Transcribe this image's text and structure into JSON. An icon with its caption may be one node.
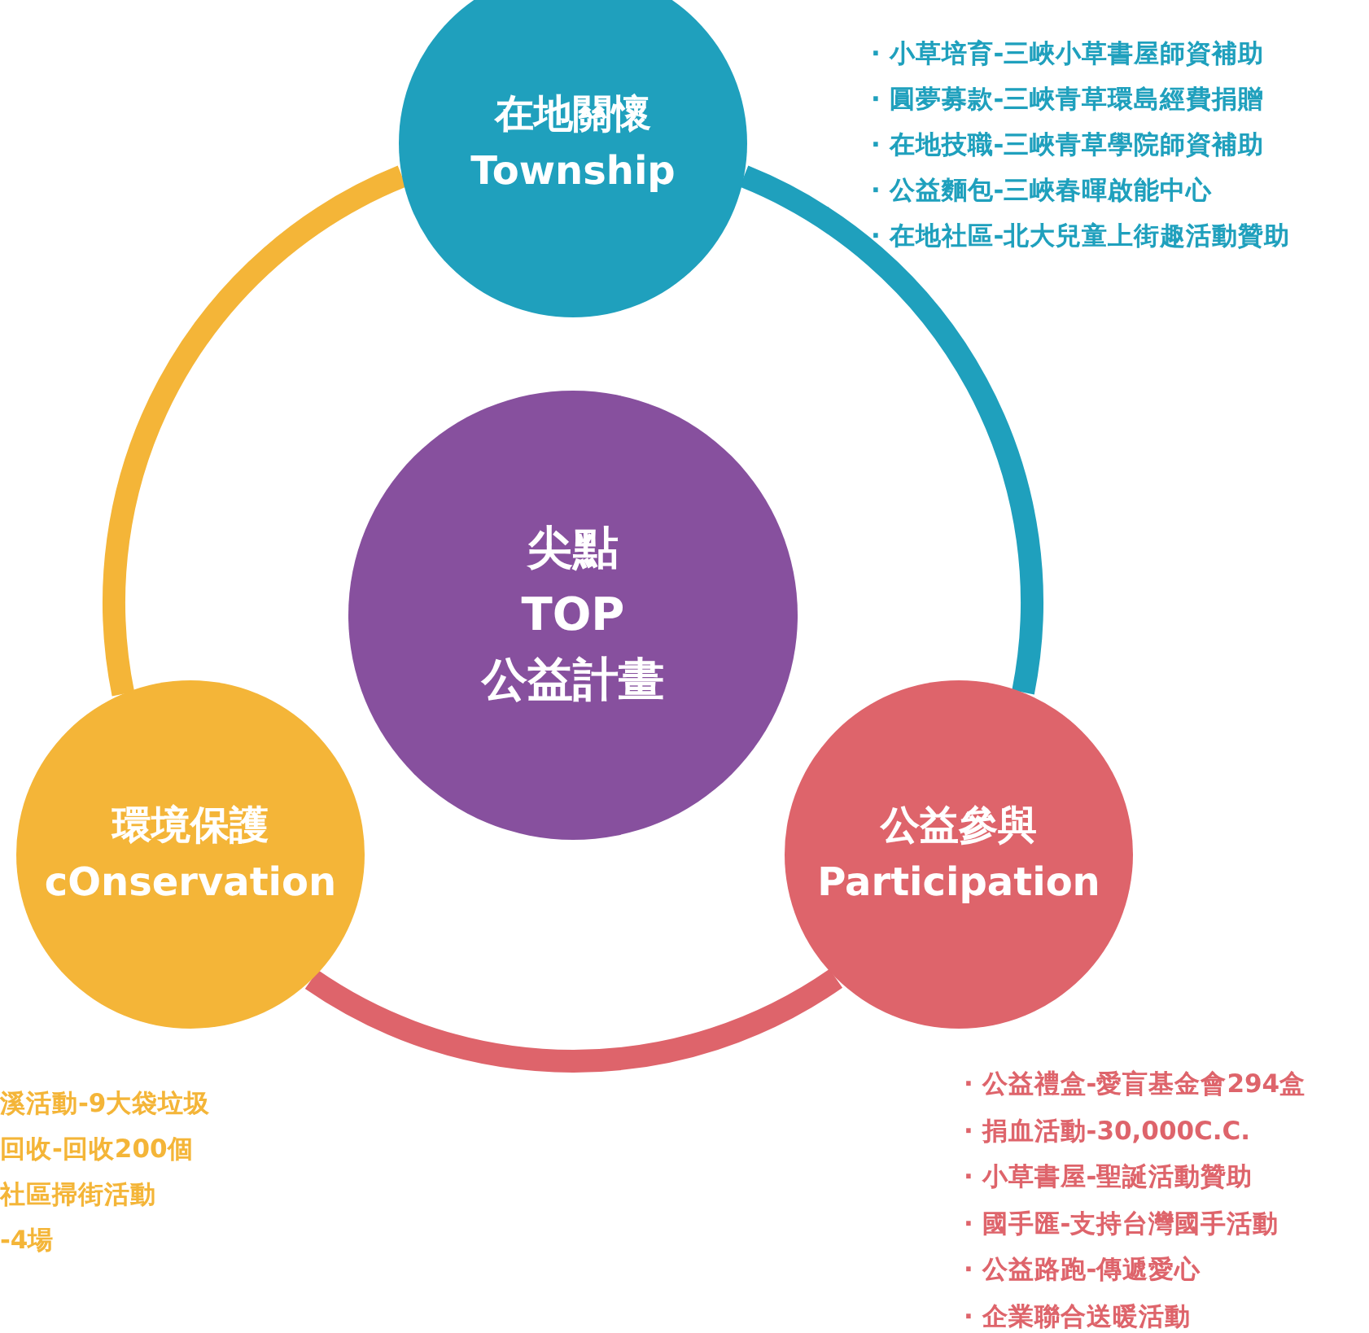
{
  "diagram": {
    "nodes": [
      {
        "text": [
          "在地關懷",
          "Township"
        ],
        "beside": [
          "· 小草培育-三峽小草書屋師資補助",
          "· 圓夢募款-三峽青草環島經費捐贈",
          "· 在地技職-三峽青草學院師資補助",
          "· 公益麵包-三峽春暉啟能中心",
          "· 在地社區-北大兒童上街趣活動贊助"
        ]
      },
      {
        "text": [
          "尖點",
          "TOP",
          "公益計畫"
        ]
      },
      {
        "text": [
          "環境保護",
          "cOnservation"
        ],
        "beside": [
          "溪活動-9大袋垃圾",
          "回收-回收200個",
          "社區掃街活動",
          "-4場"
        ]
      },
      {
        "text": [
          "公益參與",
          "Participation"
        ],
        "beside": [
          "· 公益禮盒-愛盲基金會294盒",
          "· 捐血活動-30,000C.C.",
          "· 小草書屋-聖誕活動贊助",
          "· 國手匯-支持台灣國手活動",
          "· 公益路跑-傳遞愛心",
          "· 企業聯合送暖活動"
        ]
      }
    ],
    "edges": [
      {
        "from": 0,
        "to": 3,
        "arrow": "none",
        "color": "#1fa0bd"
      },
      {
        "from": 3,
        "to": 2,
        "arrow": "none",
        "color": "#de646b"
      },
      {
        "from": 2,
        "to": 0,
        "arrow": "none",
        "color": "#f4b538"
      }
    ]
  }
}
